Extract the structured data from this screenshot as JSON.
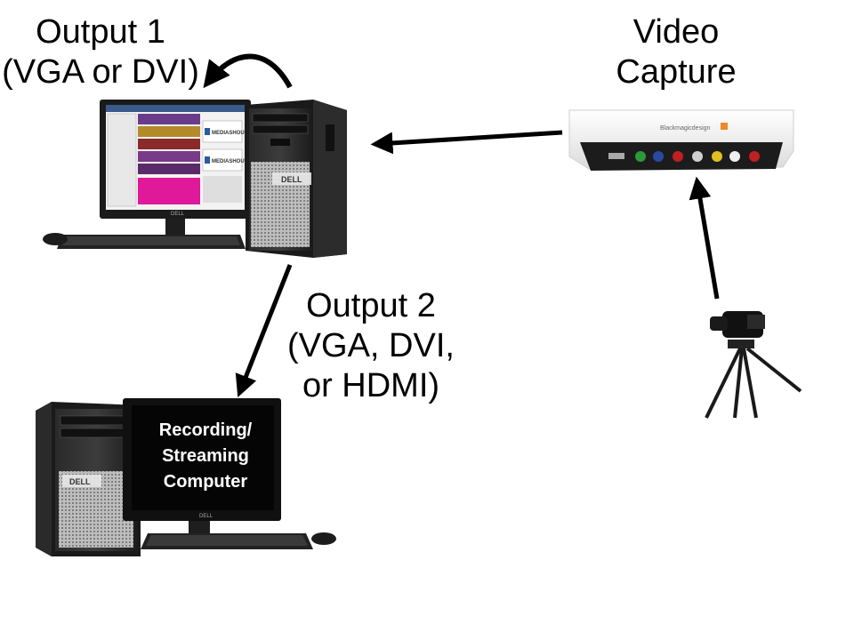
{
  "labels": {
    "output1": {
      "line1": "Output 1",
      "line2": "(VGA or DVI)"
    },
    "video_capture": {
      "line1": "Video",
      "line2": "Capture"
    },
    "output2": {
      "line1": "Output 2",
      "line2": "(VGA, DVI,",
      "line3": "or HDMI)"
    },
    "recording_computer": {
      "line1": "Recording/",
      "line2": "Streaming",
      "line3": "Computer"
    }
  },
  "devices": {
    "main_computer": {
      "monitor_brand": "DELL",
      "tower_brand": "DELL",
      "app_name": "MEDIASHOUT"
    },
    "recording_tower": {
      "tower_brand": "DELL",
      "monitor_brand": "DELL"
    },
    "capture_device": {
      "brand": "Blackmagicdesign"
    }
  },
  "colors": {
    "arrow": "#000000",
    "screen_accent": "#e0189a",
    "capture_body": "#f4f4f4"
  }
}
